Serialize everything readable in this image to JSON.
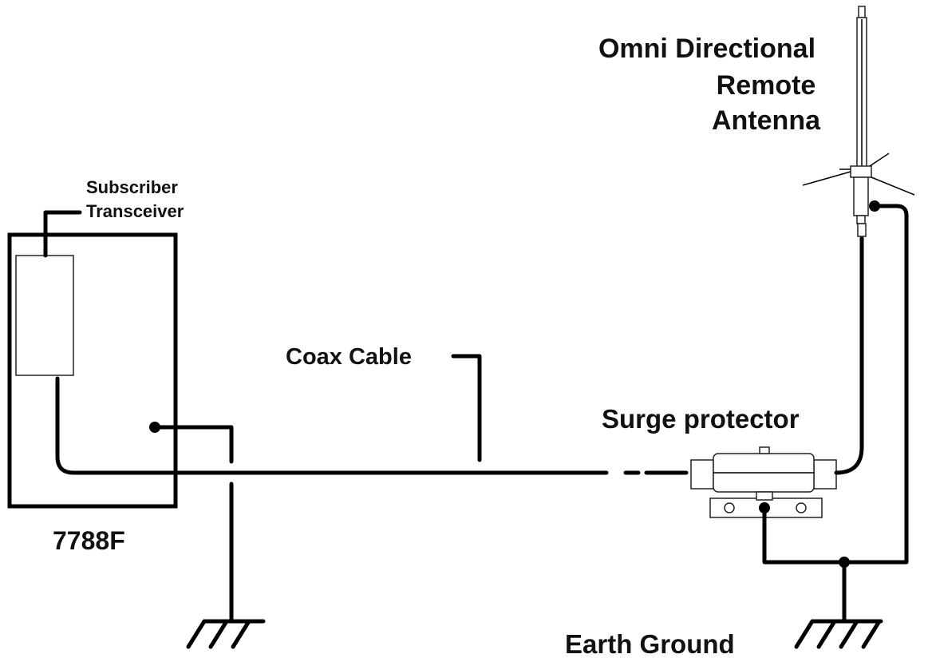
{
  "labels": {
    "antenna_line1": "Omni Directional",
    "antenna_line2": "Remote",
    "antenna_line3": "Antenna",
    "transceiver_line1": "Subscriber",
    "transceiver_line2": "Transceiver",
    "coax": "Coax Cable",
    "surge": "Surge protector",
    "unit": "7788F",
    "ground": "Earth Ground"
  }
}
